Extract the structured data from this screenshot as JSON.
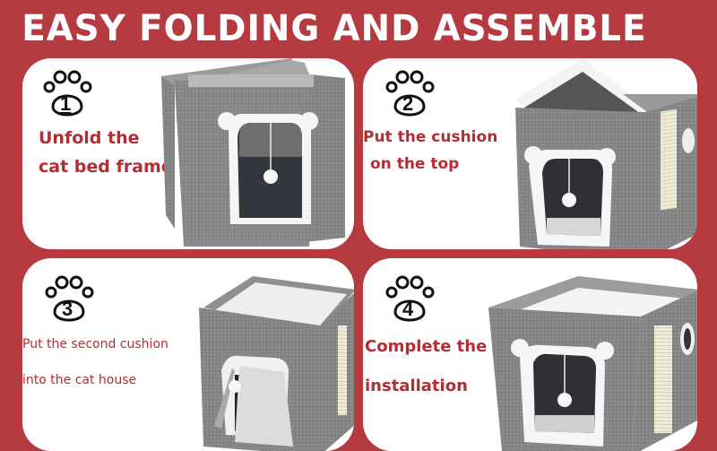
{
  "header": {
    "title": "EASY FOLDING AND ASSEMBLE"
  },
  "colors": {
    "background": "#b53b40",
    "caption": "#b32d33",
    "panel": "#ffffff",
    "fabric": "#8a8a8a"
  },
  "steps": [
    {
      "number": "1",
      "icon": "paw-icon",
      "line1": "Unfold the",
      "line2": "cat bed frame",
      "image": "folded-cat-house-photo"
    },
    {
      "number": "2",
      "icon": "paw-icon",
      "line1": "Put the cushion",
      "line2": "on the top",
      "image": "cushion-on-top-photo"
    },
    {
      "number": "3",
      "icon": "paw-icon",
      "line1": "Put the second cushion",
      "line2": "into the cat house",
      "image": "second-cushion-photo"
    },
    {
      "number": "4",
      "icon": "paw-icon",
      "line1": "Complete the",
      "line2": "installation",
      "image": "completed-cat-house-photo"
    }
  ]
}
